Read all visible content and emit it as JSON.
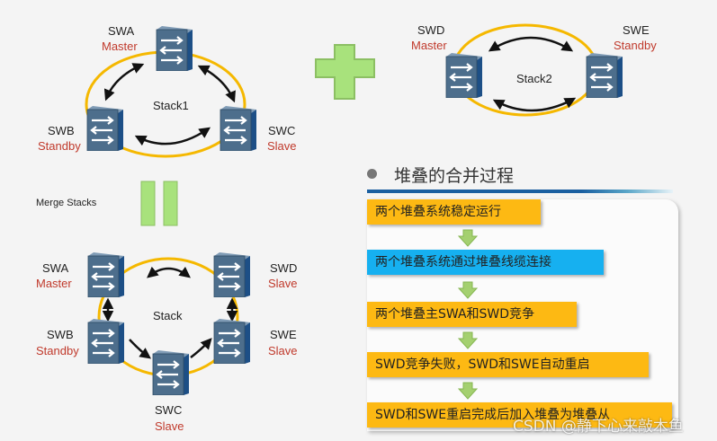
{
  "colors": {
    "ring": "#f5b800",
    "role": "#c0392b",
    "step_orange": "#fdb913",
    "step_blue": "#16b0f0",
    "plus_green": "#a8e27c",
    "arrow_green": "#9ccc65",
    "switch_face": "#4d6e8c",
    "switch_side": "#1d4f86"
  },
  "stack1": {
    "label": "Stack1",
    "nodes": [
      {
        "name": "SWA",
        "role": "Master"
      },
      {
        "name": "SWB",
        "role": "Standby"
      },
      {
        "name": "SWC",
        "role": "Slave"
      }
    ]
  },
  "stack2": {
    "label": "Stack2",
    "nodes": [
      {
        "name": "SWD",
        "role": "Master"
      },
      {
        "name": "SWE",
        "role": "Standby"
      }
    ]
  },
  "merge_label": "Merge Stacks",
  "merged": {
    "label": "Stack",
    "nodes": [
      {
        "name": "SWA",
        "role": "Master"
      },
      {
        "name": "SWD",
        "role": "Slave"
      },
      {
        "name": "SWB",
        "role": "Standby"
      },
      {
        "name": "SWE",
        "role": "Slave"
      },
      {
        "name": "SWC",
        "role": "Slave"
      }
    ]
  },
  "process": {
    "title": "堆叠的合并过程",
    "steps": [
      "两个堆叠系统稳定运行",
      "两个堆叠系统通过堆叠线缆连接",
      "两个堆叠主SWA和SWD竞争",
      "SWD竞争失败，SWD和SWE自动重启",
      "SWD和SWE重启完成后加入堆叠为堆叠从"
    ]
  },
  "watermark": "CSDN @静下心来敲木鱼"
}
